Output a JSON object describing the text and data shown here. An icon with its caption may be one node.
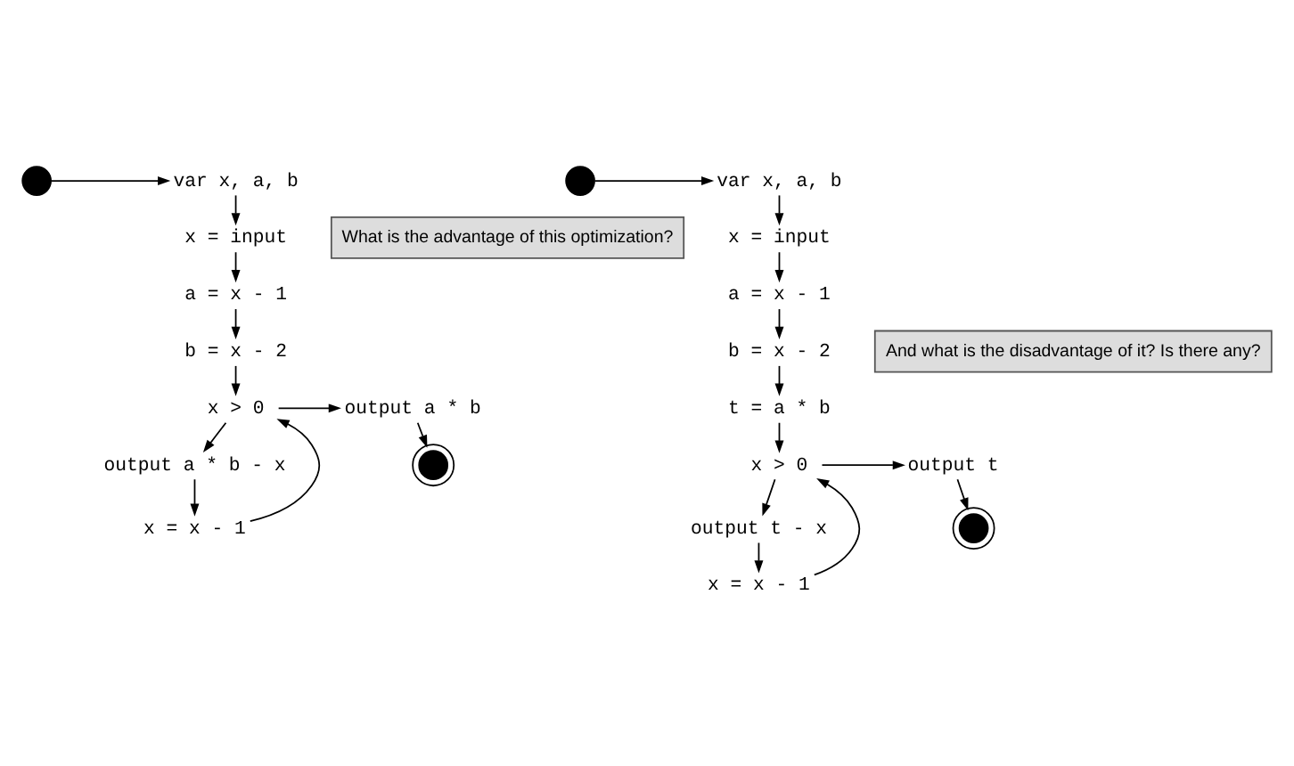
{
  "diagram": {
    "nodes": [
      {
        "text": [],
        "shape": "circle"
      },
      {
        "text": [
          "var x, a, b"
        ]
      },
      {
        "text": [
          "x = input"
        ]
      },
      {
        "text": [
          "a = x - 1"
        ]
      },
      {
        "text": [
          "b = x - 2"
        ]
      },
      {
        "text": [
          "x > 0"
        ]
      },
      {
        "text": [
          "output a * b"
        ]
      },
      {
        "text": [
          "output a * b - x"
        ]
      },
      {
        "text": [
          "x = x - 1"
        ]
      },
      {
        "text": [],
        "shape": "circle"
      },
      {
        "text": [
          "What is the advantage of this optimization?"
        ]
      },
      {
        "text": [],
        "shape": "circle"
      },
      {
        "text": [
          "var x, a, b"
        ]
      },
      {
        "text": [
          "x = input"
        ]
      },
      {
        "text": [
          "a = x - 1"
        ]
      },
      {
        "text": [
          "b = x - 2"
        ]
      },
      {
        "text": [
          "t = a * b"
        ]
      },
      {
        "text": [
          "x > 0"
        ]
      },
      {
        "text": [
          "output t"
        ]
      },
      {
        "text": [
          "output t - x"
        ]
      },
      {
        "text": [
          "x = x - 1"
        ]
      },
      {
        "text": [],
        "shape": "circle"
      },
      {
        "text": [
          "And what is the disadvantage of it? Is there any?"
        ]
      }
    ],
    "edges": [
      {
        "from": 0,
        "to": 1,
        "arrow": "to"
      },
      {
        "from": 1,
        "to": 2,
        "arrow": "to"
      },
      {
        "from": 2,
        "to": 3,
        "arrow": "to"
      },
      {
        "from": 3,
        "to": 4,
        "arrow": "to"
      },
      {
        "from": 4,
        "to": 5,
        "arrow": "to"
      },
      {
        "from": 5,
        "to": 6,
        "arrow": "to"
      },
      {
        "from": 5,
        "to": 7,
        "arrow": "to"
      },
      {
        "from": 7,
        "to": 8,
        "arrow": "to"
      },
      {
        "from": 8,
        "to": 5,
        "arrow": "to"
      },
      {
        "from": 6,
        "to": 9,
        "arrow": "to"
      },
      {
        "from": 11,
        "to": 12,
        "arrow": "to"
      },
      {
        "from": 12,
        "to": 13,
        "arrow": "to"
      },
      {
        "from": 13,
        "to": 14,
        "arrow": "to"
      },
      {
        "from": 14,
        "to": 15,
        "arrow": "to"
      },
      {
        "from": 15,
        "to": 16,
        "arrow": "to"
      },
      {
        "from": 16,
        "to": 17,
        "arrow": "to"
      },
      {
        "from": 17,
        "to": 18,
        "arrow": "to"
      },
      {
        "from": 17,
        "to": 19,
        "arrow": "to"
      },
      {
        "from": 19,
        "to": 20,
        "arrow": "to"
      },
      {
        "from": 20,
        "to": 17,
        "arrow": "to"
      },
      {
        "from": 18,
        "to": 21,
        "arrow": "to"
      }
    ]
  }
}
